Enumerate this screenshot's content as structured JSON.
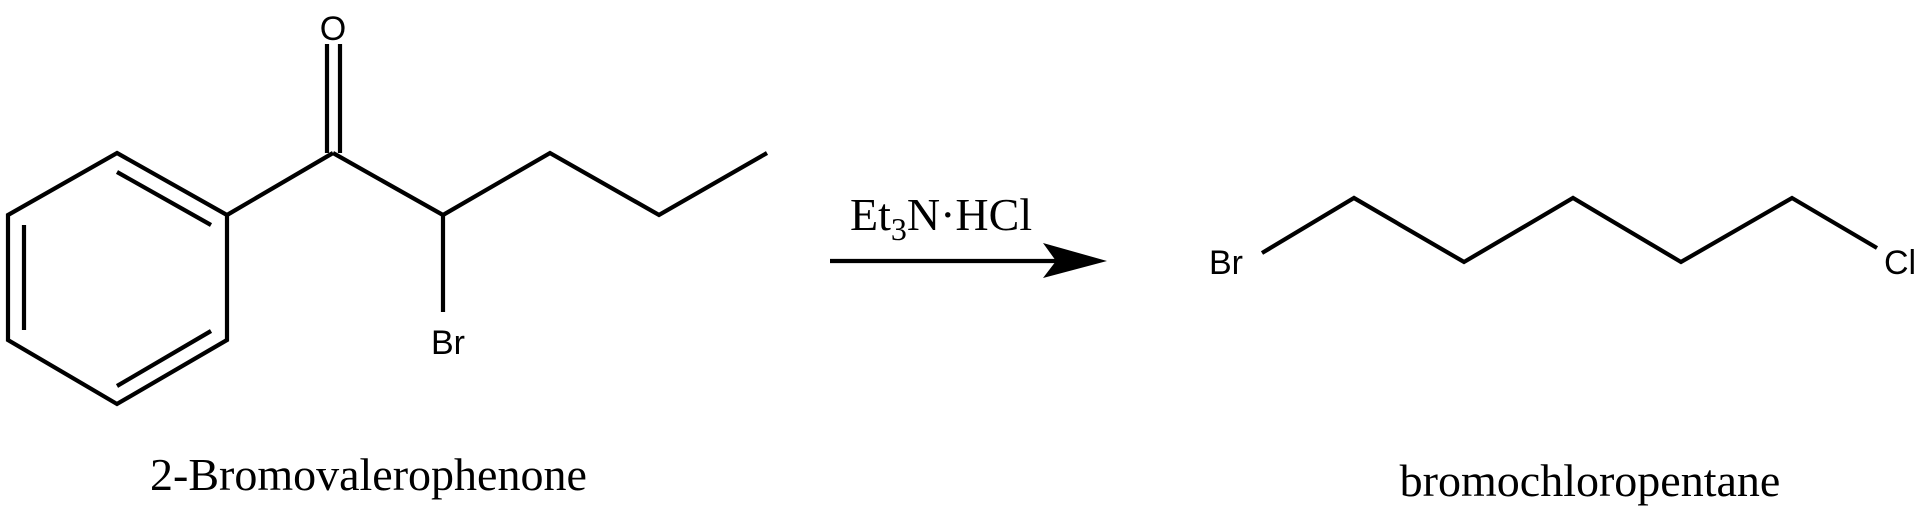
{
  "reaction": {
    "reactant": {
      "name": "2-Bromovalerophenone",
      "atoms": {
        "oxygen": "O",
        "bromine": "Br"
      }
    },
    "reagent": {
      "prefix": "Et",
      "subscript": "3",
      "suffix": "N·HCl",
      "full_text": "Et3N·HCl"
    },
    "product": {
      "name": "bromochloropentane",
      "atoms": {
        "bromine": "Br",
        "chlorine": "Cl"
      }
    }
  },
  "colors": {
    "ink": "#000000",
    "background": "#ffffff"
  }
}
